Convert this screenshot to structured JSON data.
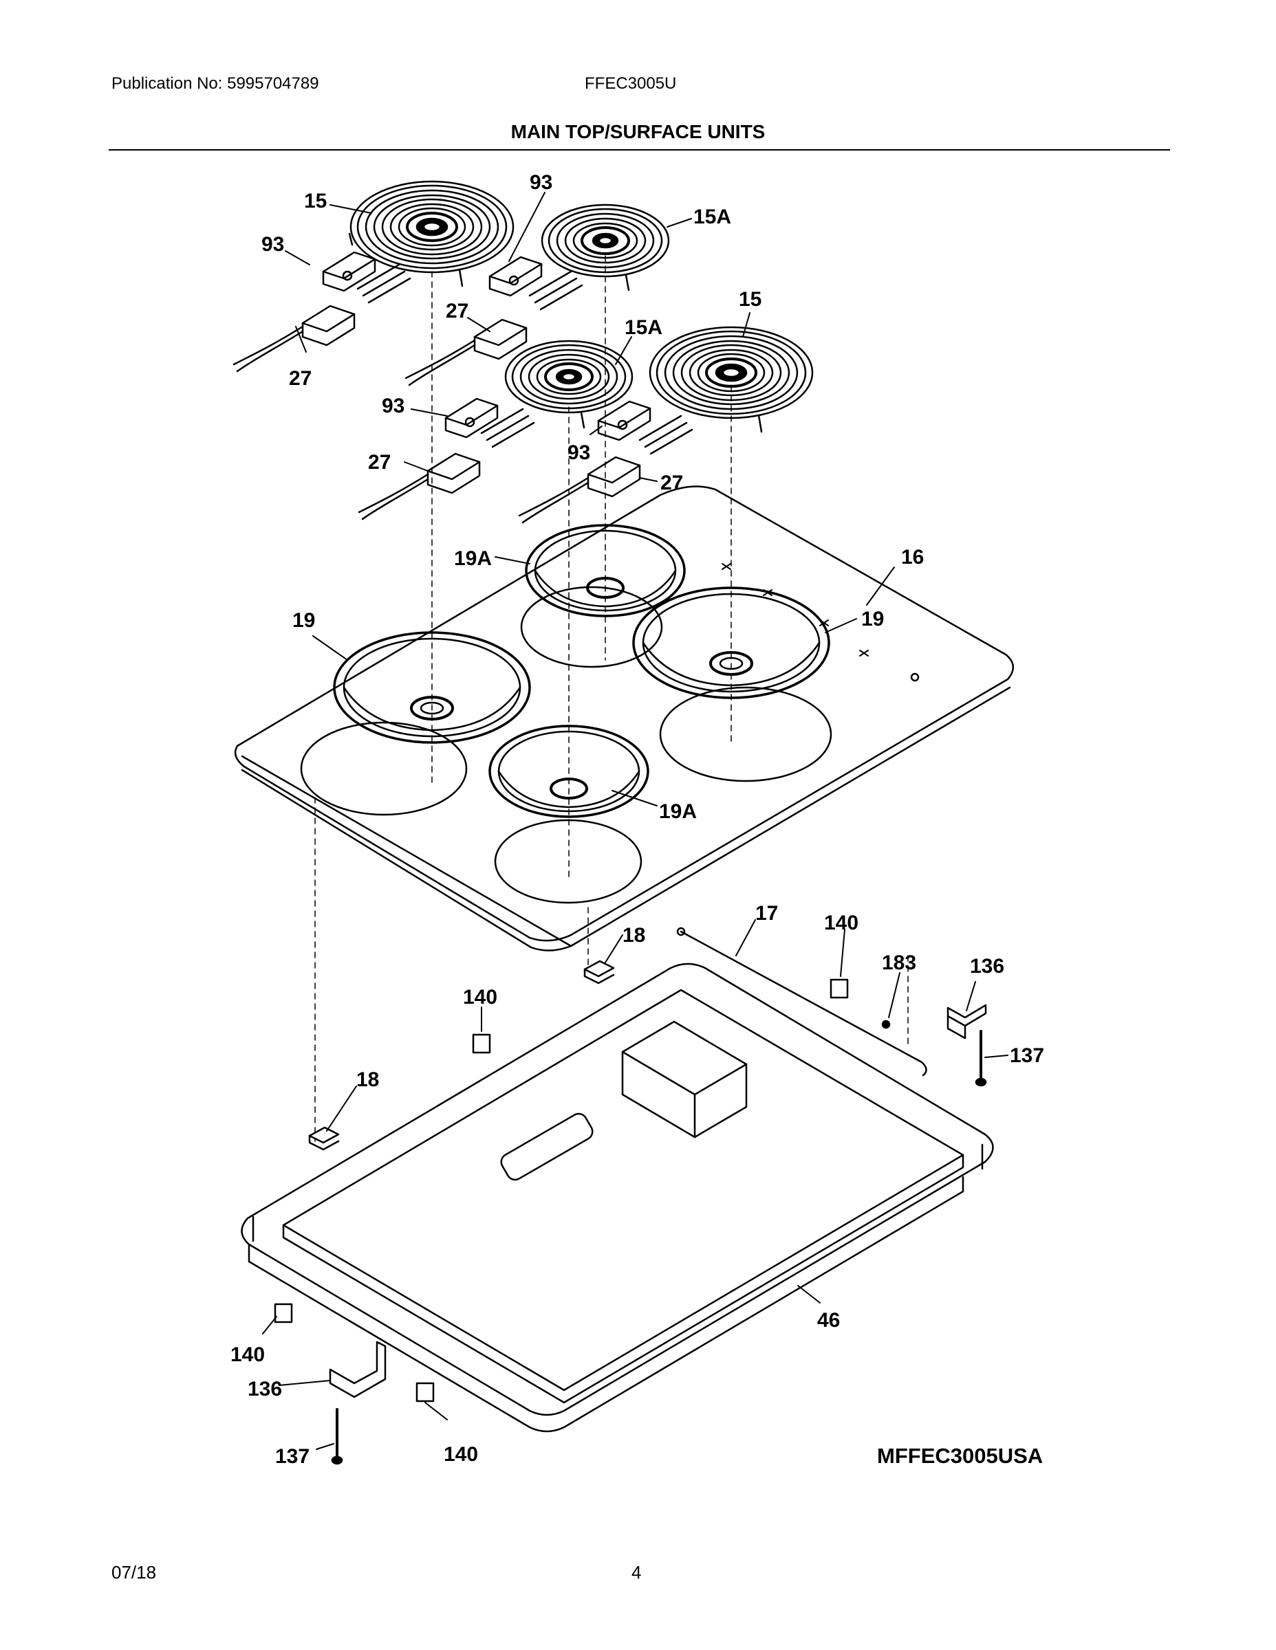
{
  "header": {
    "publication": "Publication No: 5995704789",
    "model": "FFEC3005U",
    "title": "MAIN TOP/SURFACE UNITS"
  },
  "diagram": {
    "callouts": {
      "c15a": "15",
      "c93a": "93",
      "c15Aa": "15A",
      "c93b": "93",
      "c27a": "27",
      "c27b": "27",
      "c15Ab": "15A",
      "c15b": "15",
      "c93c": "93",
      "c27c": "27",
      "c93d": "93",
      "c27d": "27",
      "c19Aa": "19A",
      "c16": "16",
      "c19a": "19",
      "c19b": "19",
      "c19Ab": "19A",
      "c17": "17",
      "c140a": "140",
      "c18a": "18",
      "c183": "183",
      "c136a": "136",
      "c140b": "140",
      "c137a": "137",
      "c18b": "18",
      "c46": "46",
      "c140c": "140",
      "c136b": "136",
      "c137b": "137",
      "c140d": "140"
    },
    "figure_id": "MFFEC3005USA"
  },
  "footer": {
    "date": "07/18",
    "page": "4"
  }
}
